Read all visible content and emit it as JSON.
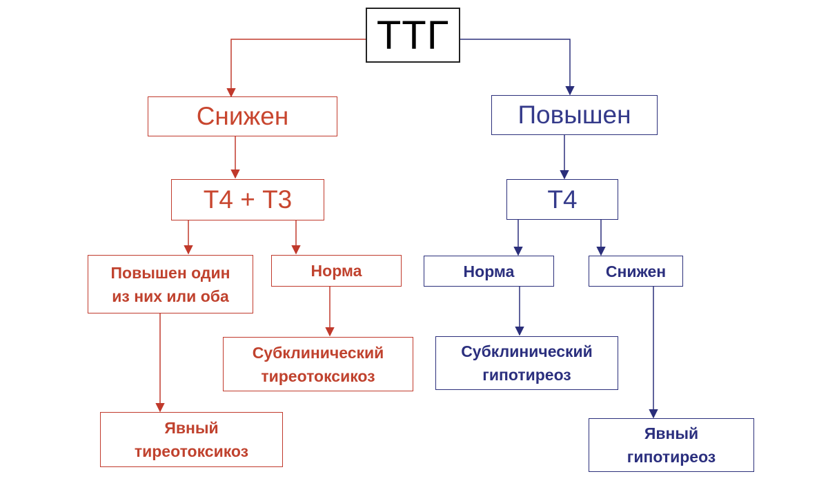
{
  "root": {
    "label": "ТТГ"
  },
  "left": {
    "level1": "Снижен",
    "level2": "Т4 + Т3",
    "branch_a": "Повышен один\nиз них или оба",
    "branch_b": "Норма",
    "result_a": "Явный\nтиреотоксикоз",
    "result_b": "Субклинический\nтиреотоксикоз"
  },
  "right": {
    "level1": "Повышен",
    "level2": "Т4",
    "branch_a": "Норма",
    "branch_b": "Снижен",
    "result_a": "Субклинический\nгипотиреоз",
    "result_b": "Явный\nгипотиреоз"
  },
  "colors": {
    "left": "#c0392b",
    "right": "#2a2e7a",
    "root": "#222222"
  }
}
